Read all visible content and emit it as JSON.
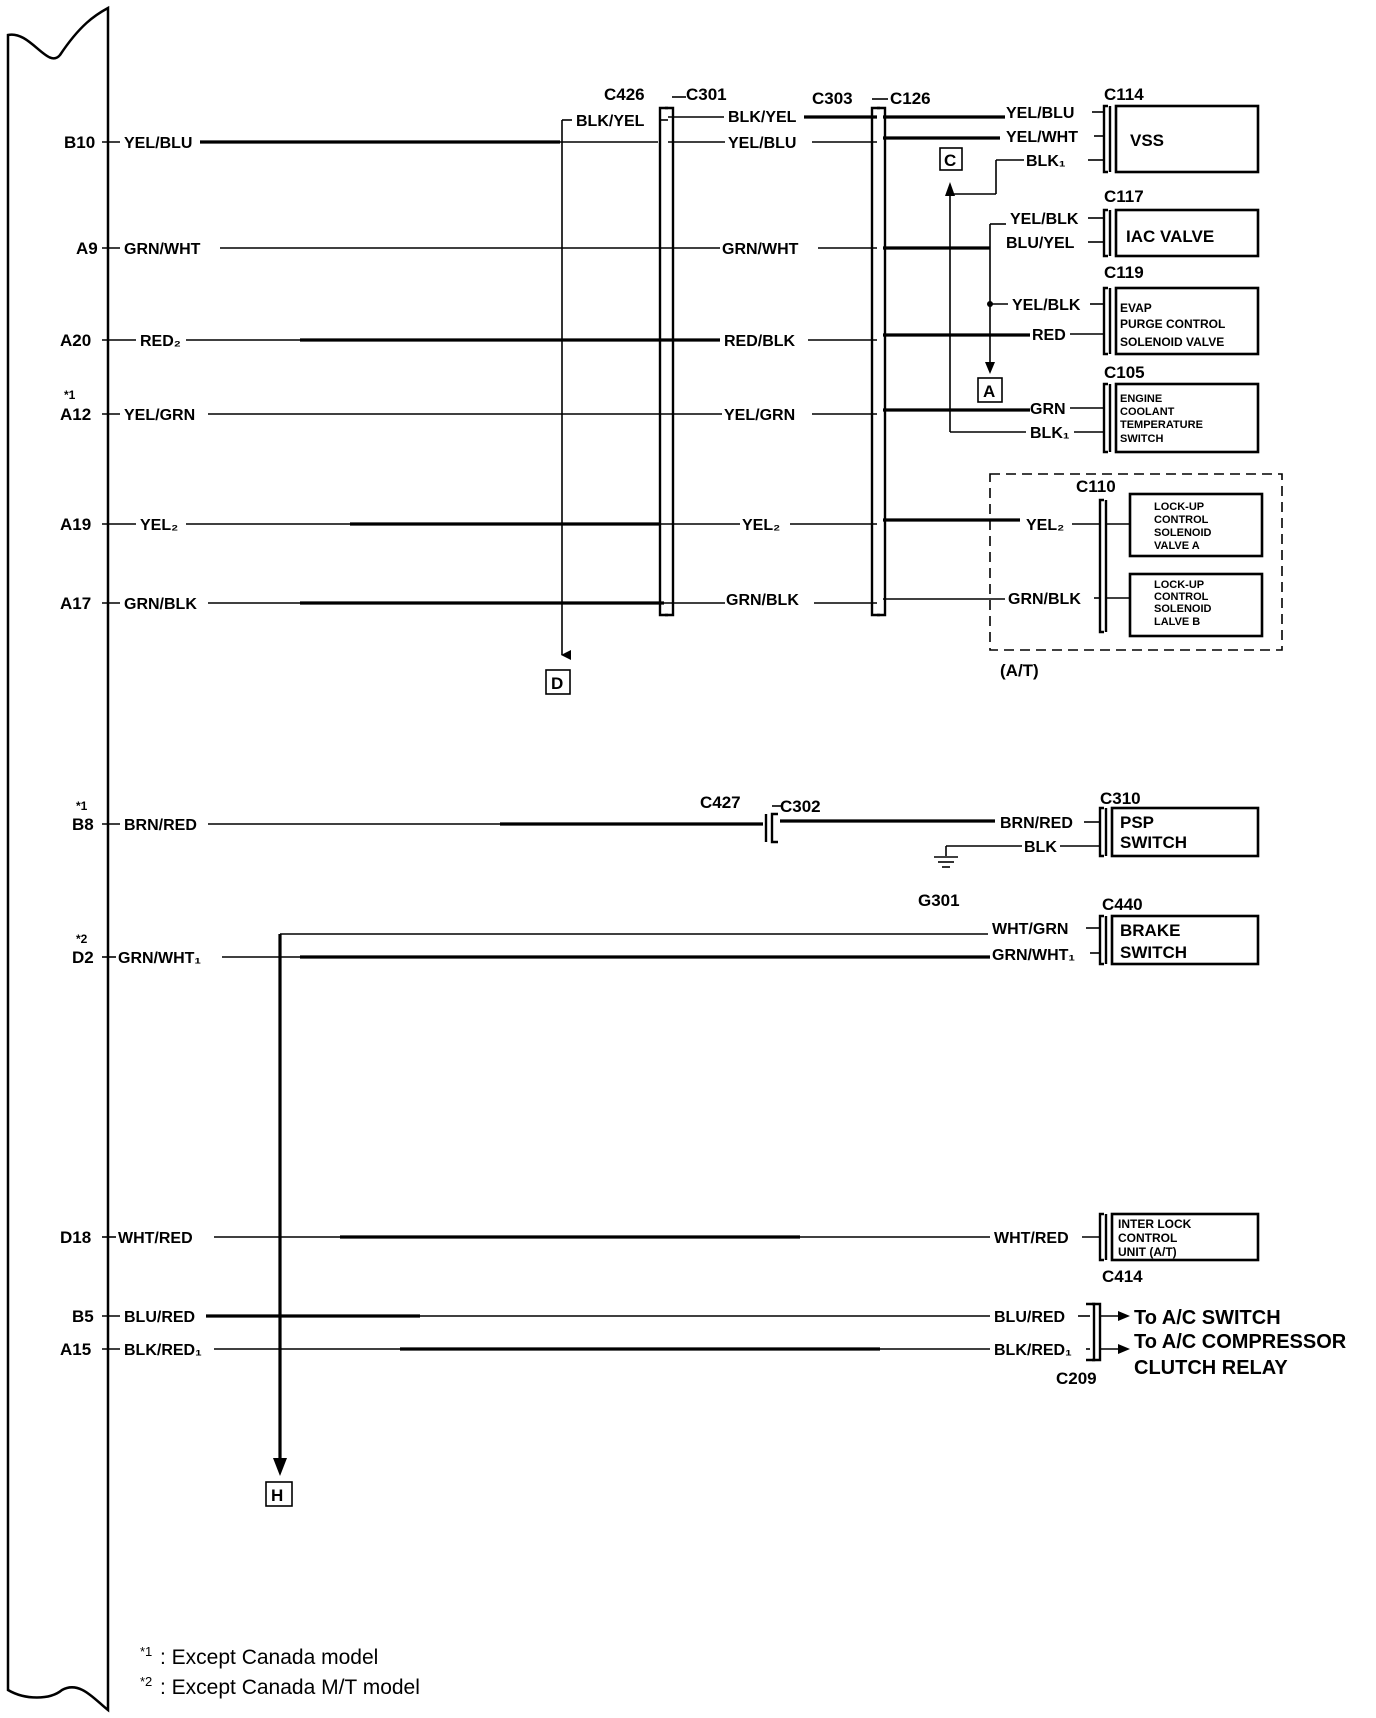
{
  "ecm_pins": [
    {
      "id": "B10",
      "wire": "YEL/BLU"
    },
    {
      "id": "A9",
      "wire": "GRN/WHT"
    },
    {
      "id": "A20",
      "wire": "RED₂"
    },
    {
      "id": "A12",
      "wire": "YEL/GRN",
      "note": "*1"
    },
    {
      "id": "A19",
      "wire": "YEL₂"
    },
    {
      "id": "A17",
      "wire": "GRN/BLK"
    },
    {
      "id": "B8",
      "wire": "BRN/RED",
      "note": "*1"
    },
    {
      "id": "D2",
      "wire": "GRN/WHT₁",
      "note": "*2"
    },
    {
      "id": "D18",
      "wire": "WHT/RED"
    },
    {
      "id": "B5",
      "wire": "BLU/RED"
    },
    {
      "id": "A15",
      "wire": "BLK/RED₁"
    }
  ],
  "connectors": {
    "c426": "C426",
    "c301": "C301",
    "c303": "C303",
    "c126": "C126",
    "c114": "C114",
    "c117": "C117",
    "c119": "C119",
    "c105": "C105",
    "c110": "C110",
    "c427": "C427",
    "c302": "C302",
    "c310": "C310",
    "c440": "C440",
    "c414": "C414",
    "c209": "C209",
    "g301": "G301"
  },
  "mid_wires": {
    "blk_yel": "BLK/YEL",
    "yel_blu": "YEL/BLU",
    "grn_wht": "GRN/WHT",
    "red_blk": "RED/BLK",
    "yel_grn": "YEL/GRN",
    "yel2": "YEL₂",
    "grn_blk": "GRN/BLK"
  },
  "right_wires": {
    "vss_1": "YEL/BLU",
    "vss_2": "YEL/WHT",
    "vss_3": "BLK₁",
    "iac_1": "YEL/BLK",
    "iac_2": "BLU/YEL",
    "evap_1": "YEL/BLK",
    "evap_2": "RED",
    "ect_1": "GRN",
    "ect_2": "BLK₁",
    "lu_a": "YEL₂",
    "lu_b": "GRN/BLK",
    "psp_1": "BRN/RED",
    "psp_2": "BLK",
    "brake_1": "WHT/GRN",
    "brake_2": "GRN/WHT₁",
    "interlock": "WHT/RED",
    "ac_1": "BLU/RED",
    "ac_2": "BLK/RED₁"
  },
  "components": {
    "vss": "VSS",
    "iac": "IAC VALVE",
    "evap": [
      "EVAP",
      "PURGE CONTROL",
      "SOLENOID VALVE"
    ],
    "ect": [
      "ENGINE",
      "COOLANT",
      "TEMPERATURE",
      "SWITCH"
    ],
    "lockup_a": [
      "LOCK-UP",
      "CONTROL",
      "SOLENOID",
      "VALVE A"
    ],
    "lockup_b": [
      "LOCK-UP",
      "CONTROL",
      "SOLENOID",
      "LALVE B"
    ],
    "psp": [
      "PSP",
      "SWITCH"
    ],
    "brake": [
      "BRAKE",
      "SWITCH"
    ],
    "interlock": [
      "INTER LOCK",
      "CONTROL",
      "UNIT (A/T)"
    ]
  },
  "at_label": "(A/T)",
  "refs": {
    "a": "A",
    "c": "C",
    "d": "D",
    "h": "H"
  },
  "destinations": {
    "ac_switch": "To A/C SWITCH",
    "compressor": [
      "To A/C COMPRESSOR",
      "CLUTCH RELAY"
    ]
  },
  "footnotes": [
    {
      "mark": "*1",
      "text": ": Except Canada model"
    },
    {
      "mark": "*2",
      "text": ": Except Canada M/T model"
    }
  ]
}
